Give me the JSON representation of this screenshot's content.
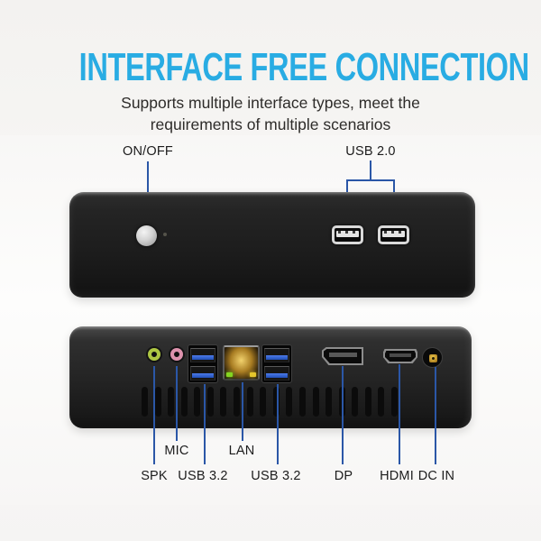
{
  "colors": {
    "title_accent": "#29ace3",
    "leader_line": "#2b57a7",
    "background": "#f5f4f2",
    "device_body": "#1d1d1d"
  },
  "header": {
    "title": "INTERFACE FREE CONNECTION",
    "subtitle_line1": "Supports multiple interface types, meet the",
    "subtitle_line2": "requirements of multiple scenarios"
  },
  "front_panel": {
    "power_label": "ON/OFF",
    "usb_label": "USB 2.0"
  },
  "rear_panel": {
    "mic_label": "MIC",
    "lan_label": "LAN",
    "spk_label": "SPK",
    "usb32_left_label": "USB 3.2",
    "usb32_right_label": "USB 3.2",
    "dp_label": "DP",
    "hdmi_label": "HDMI",
    "dcin_label": "DC IN"
  }
}
